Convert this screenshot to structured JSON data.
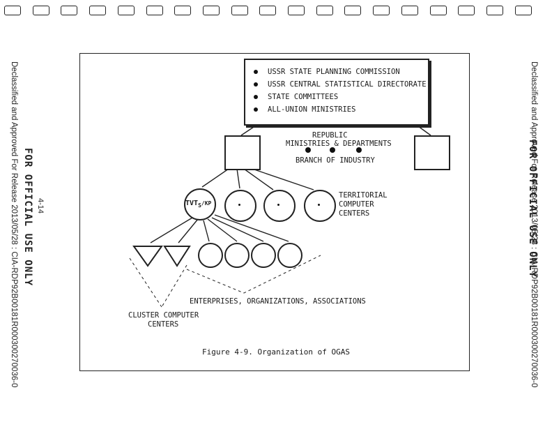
{
  "binder_hole_count": 19,
  "left_margin": {
    "declassified": "Declassified and Approved For Release 2013/05/28 : CIA-RDP92B00181R000300270036-0",
    "fouo": "FOR OFFICIAL USE ONLY",
    "page_number": "4-14"
  },
  "right_margin": {
    "declassified": "Declassified and Approved For Release 2013/05/28 : CIA-RDP92B00181R000300270036-0",
    "fouo": "FOR OFFICIAL USE ONLY"
  },
  "diagram": {
    "top_box_items": [
      "USSR STATE PLANNING COMMISSION",
      "USSR CENTRAL STATISTICAL DIRECTORATE",
      "STATE COMMITTEES",
      "ALL-UNION MINISTRIES"
    ],
    "republic_label": "REPUBLIC",
    "ministries_label": "MINISTRIES & DEPARTMENTS",
    "branch_label": "BRANCH OF INDUSTRY",
    "tvt_label": "TVT",
    "tvt_sub": "S",
    "tvt_suffix": "/KP",
    "territorial_line1": "TERRITORIAL",
    "territorial_line2": "COMPUTER",
    "territorial_line3": "CENTERS",
    "enterprises_label": "ENTERPRISES, ORGANIZATIONS, ASSOCIATIONS",
    "cluster_line1": "CLUSTER COMPUTER",
    "cluster_line2": "CENTERS"
  },
  "caption": "Figure 4-9.  Organization of OGAS"
}
